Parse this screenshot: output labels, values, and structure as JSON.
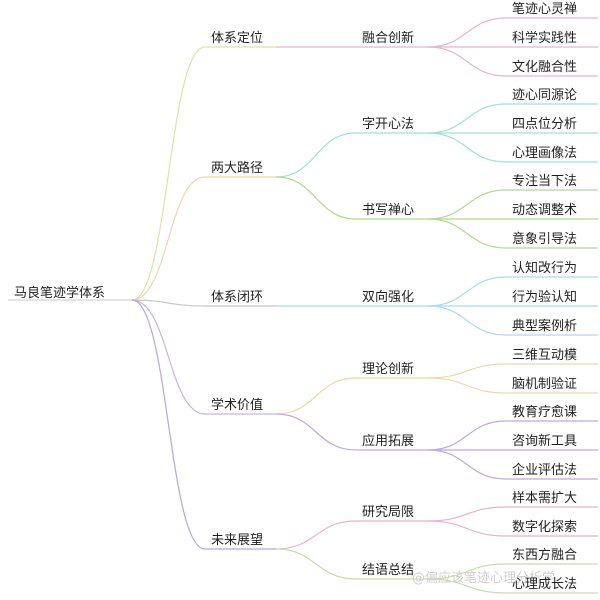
{
  "mindmap": {
    "root": "马良笔迹学体系",
    "branches": [
      {
        "label": "体系定位",
        "color": "#d8e79a",
        "children": [
          {
            "label": "融合创新",
            "color": "#e7b4cf",
            "leaves": [
              "笔迹心灵禅",
              "科学实践性",
              "文化融合性"
            ]
          }
        ]
      },
      {
        "label": "两大路径",
        "color": "#f0d7a6",
        "children": [
          {
            "label": "字开心法",
            "color": "#9be3d6",
            "leaves": [
              "迹心同源论",
              "四点位分析",
              "心理画像法"
            ]
          },
          {
            "label": "书写禅心",
            "color": "#b3d98c",
            "leaves": [
              "专注当下法",
              "动态调整术",
              "意象引导法"
            ]
          }
        ]
      },
      {
        "label": "体系闭环",
        "color": "#c8c8c8",
        "children": [
          {
            "label": "双向强化",
            "color": "#a6ddf1",
            "leaves": [
              "认知改行为",
              "行为验认知",
              "典型案例析"
            ]
          }
        ]
      },
      {
        "label": "学术价值",
        "color": "#c6b4e4",
        "children": [
          {
            "label": "理论创新",
            "color": "#f0d7a6",
            "leaves": [
              "三维互动模",
              "脑机制验证"
            ]
          },
          {
            "label": "应用拓展",
            "color": "#bda9e2",
            "leaves": [
              "教育疗愈课",
              "咨询新工具",
              "企业评估法"
            ]
          }
        ]
      },
      {
        "label": "未来展望",
        "color": "#b6a7d9",
        "children": [
          {
            "label": "研究局限",
            "color": "#e9b2cc",
            "leaves": [
              "样本需扩大",
              "数字化探索"
            ]
          },
          {
            "label": "结语总结",
            "color": "#c5dfa7",
            "leaves": [
              "东西方融合",
              "心理成长法"
            ]
          }
        ]
      }
    ]
  },
  "watermark": "@偏应该笔迹心理分析学"
}
